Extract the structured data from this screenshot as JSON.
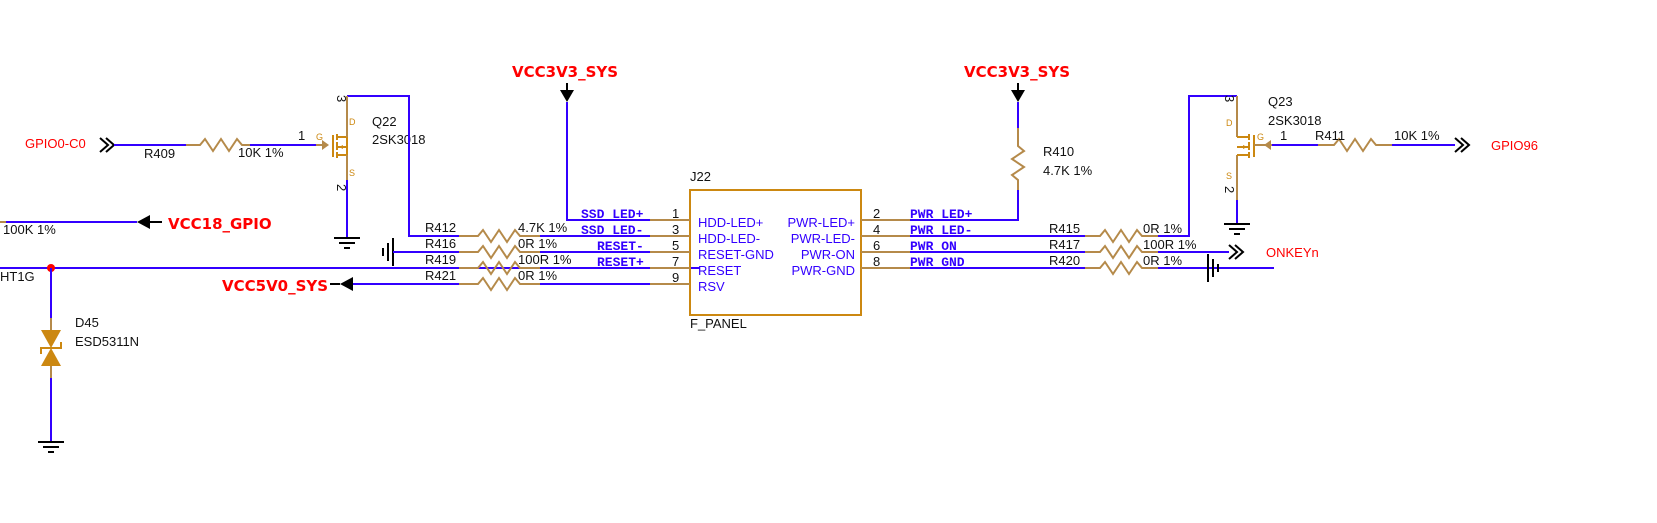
{
  "power_ports": {
    "vcc3v3_left": "VCC3V3_SYS",
    "vcc3v3_right": "VCC3V3_SYS",
    "vcc18": "VCC18_GPIO",
    "vcc5v0": "VCC5V0_SYS"
  },
  "ports": {
    "gpio0": "GPIO0-C0",
    "gpio96": "GPIO96",
    "onkey": "ONKEYn"
  },
  "partial_labels": {
    "left_resistor_value": "100K 1%",
    "left_net": "HT1G"
  },
  "transistors": {
    "q22": {
      "ref": "Q22",
      "part": "2SK3018",
      "gate_pin": "1",
      "drain_pin": "3",
      "source_pin": "2",
      "g": "G",
      "d": "D",
      "s": "S"
    },
    "q23": {
      "ref": "Q23",
      "part": "2SK3018",
      "gate_pin": "1",
      "drain_pin": "3",
      "source_pin": "2",
      "g": "G",
      "d": "D",
      "s": "S"
    }
  },
  "resistors": {
    "r409": {
      "ref": "R409",
      "value": "10K 1%"
    },
    "r411": {
      "ref": "R411",
      "value": "10K 1%"
    },
    "r410": {
      "ref": "R410",
      "value": "4.7K 1%"
    },
    "r412": {
      "ref": "R412",
      "value": "4.7K 1%"
    },
    "r416": {
      "ref": "R416",
      "value": "0R 1%"
    },
    "r419": {
      "ref": "R419",
      "value": "100R 1%"
    },
    "r421": {
      "ref": "R421",
      "value": "0R 1%"
    },
    "r415": {
      "ref": "R415",
      "value": "0R 1%"
    },
    "r417": {
      "ref": "R417",
      "value": "100R 1%"
    },
    "r420": {
      "ref": "R420",
      "value": "0R 1%"
    }
  },
  "diode": {
    "ref": "D45",
    "part": "ESD5311N"
  },
  "connector": {
    "ref": "J22",
    "name": "F_PANEL",
    "left_pins": [
      {
        "num": "1",
        "label": "HDD-LED+",
        "net": "SSD_LED+"
      },
      {
        "num": "3",
        "label": "HDD-LED-",
        "net": "SSD_LED-"
      },
      {
        "num": "5",
        "label": "RESET-GND",
        "net": "RESET-"
      },
      {
        "num": "7",
        "label": "RESET",
        "net": "RESET+"
      },
      {
        "num": "9",
        "label": "RSV",
        "net": ""
      }
    ],
    "right_pins": [
      {
        "num": "2",
        "label": "PWR-LED+",
        "net": "PWR_LED+"
      },
      {
        "num": "4",
        "label": "PWR-LED-",
        "net": "PWR_LED-"
      },
      {
        "num": "6",
        "label": "PWR-ON",
        "net": "PWR_ON"
      },
      {
        "num": "8",
        "label": "PWR-GND",
        "net": "PWR_GND"
      }
    ]
  },
  "colors": {
    "wire": "#3300ff",
    "component": "#cc8811",
    "power_label": "#ff0000"
  }
}
